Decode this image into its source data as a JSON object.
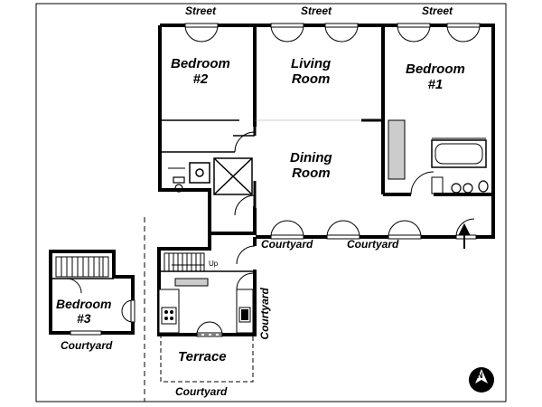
{
  "labels": {
    "street_left": "Street",
    "street_mid": "Street",
    "street_right": "Street",
    "bedroom2": "Bedroom\n#2",
    "living": "Living\nRoom",
    "bedroom1": "Bedroom\n#1",
    "dining": "Dining\nRoom",
    "courtyard_a": "Courtyard",
    "courtyard_b": "Courtyard",
    "courtyard_vert": "Courtyard",
    "up": "Up",
    "bedroom3": "Bedroom\n#3",
    "courtyard_c": "Courtyard",
    "terrace": "Terrace",
    "courtyard_d": "Courtyard"
  },
  "compass": {
    "letter": "N"
  }
}
